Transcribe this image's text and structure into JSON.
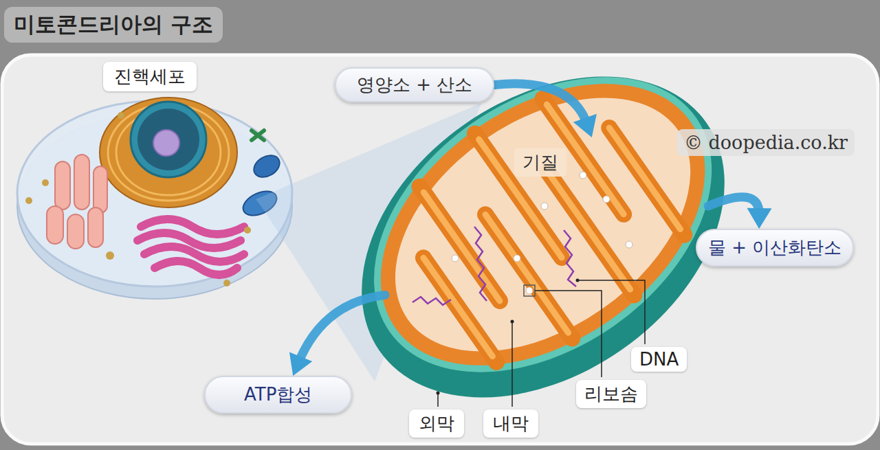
{
  "diagram": {
    "title": "미토콘드리아의 구조",
    "nodes": [
      {
        "text": [
          "진핵세포"
        ]
      },
      {
        "text": [
          "영양소 + 산소"
        ]
      },
      {
        "text": [
          "기질"
        ]
      },
      {
        "text": [
          "물 + 이산화탄소"
        ]
      },
      {
        "text": [
          "ATP합성"
        ]
      },
      {
        "text": [
          "DNA"
        ]
      },
      {
        "text": [
          "리보솜"
        ]
      },
      {
        "text": [
          "외막"
        ]
      },
      {
        "text": [
          "내막"
        ]
      }
    ],
    "edges": [
      {
        "from": 1,
        "to": 2,
        "arrow": "to"
      },
      {
        "from": 2,
        "to": 3,
        "arrow": "to"
      },
      {
        "from": 2,
        "to": 4,
        "arrow": "to"
      }
    ],
    "labels": [
      "© doopedia.co.kr"
    ]
  }
}
